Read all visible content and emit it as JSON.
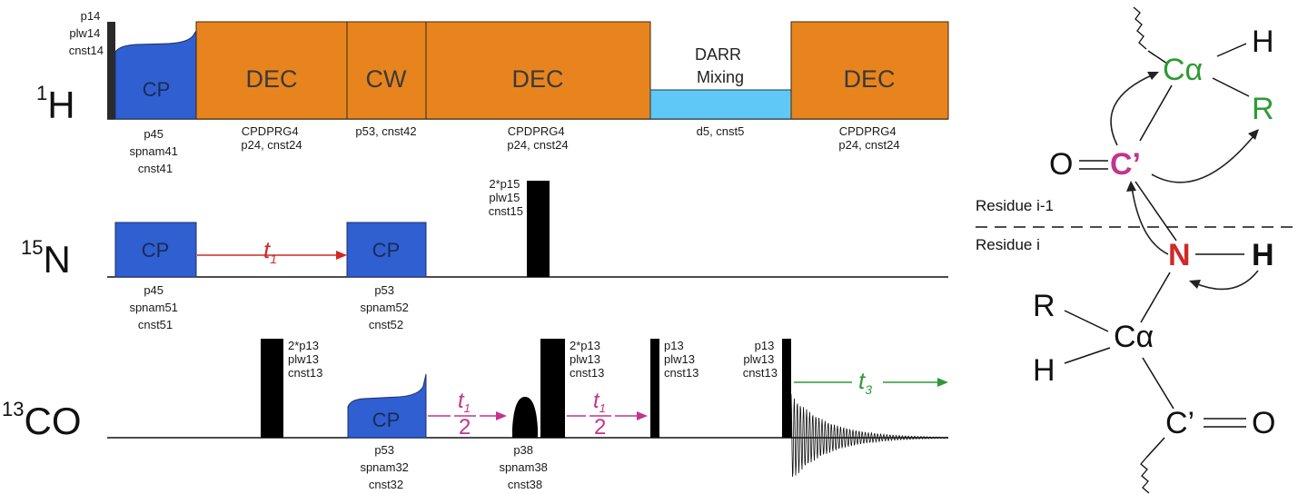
{
  "channels": {
    "h1": {
      "mass": "1",
      "element": "H"
    },
    "n15": {
      "mass": "15",
      "element": "N"
    },
    "c13": {
      "mass": "13",
      "element": "CO"
    }
  },
  "h_channel": {
    "pulse_label": [
      "p14",
      "plw14",
      "cnst14"
    ],
    "cp_label": "CP",
    "cp_params": [
      "p45",
      "spnam41",
      "cnst41"
    ],
    "dec1_label": "DEC",
    "dec1_params": [
      "CPDPRG4",
      "p24, cnst24"
    ],
    "cw_label": "CW",
    "cw_params": [
      "p53, cnst42"
    ],
    "dec2_label": "DEC",
    "dec2_params": [
      "CPDPRG4",
      "p24, cnst24"
    ],
    "darr_label": [
      "DARR",
      "Mixing"
    ],
    "darr_params": [
      "d5, cnst5"
    ],
    "dec3_label": "DEC",
    "dec3_params": [
      "CPDPRG4",
      "p24, cnst24"
    ]
  },
  "n_channel": {
    "cp1_label": "CP",
    "cp1_params": [
      "p45",
      "spnam51",
      "cnst51"
    ],
    "t1_label": "t",
    "t1_sub": "1",
    "cp2_label": "CP",
    "cp2_params": [
      "p53",
      "spnam52",
      "cnst52"
    ],
    "pi_params": [
      "2*p15",
      "plw15",
      "cnst15"
    ]
  },
  "c_channel": {
    "pi1_params": [
      "2*p13",
      "plw13",
      "cnst13"
    ],
    "cp_label": "CP",
    "cp_params": [
      "p53",
      "spnam32",
      "cnst32"
    ],
    "half1_num": "t",
    "half1_sub": "1",
    "half1_den": "2",
    "shaped_params": [
      "p38",
      "spnam38",
      "cnst38"
    ],
    "pi2_params": [
      "2*p13",
      "plw13",
      "cnst13"
    ],
    "half2_num": "t",
    "half2_sub": "1",
    "half2_den": "2",
    "p90a_params": [
      "p13",
      "plw13",
      "cnst13"
    ],
    "p90b_params": [
      "p13",
      "plw13",
      "cnst13"
    ],
    "t3_label": "t",
    "t3_sub": "3"
  },
  "molecule": {
    "ca_top": "Cα",
    "h_top": "H",
    "r_top": "R",
    "o_top": "O",
    "c_prime_top": "C’",
    "residue_prev": "Residue i-1",
    "residue_cur": "Residue i",
    "n_atom": "N",
    "h_n": "H",
    "r_bottom": "R",
    "ca_bottom": "Cα",
    "h_bottom": "H",
    "c_prime_bottom": "C’",
    "o_bottom": "O"
  },
  "colors": {
    "orange": "#E8841E",
    "blue": "#2F5FD0",
    "light_blue": "#5FC8F5",
    "red": "#D12828",
    "magenta": "#C2348F",
    "green": "#2E9A35",
    "black": "#111111"
  }
}
